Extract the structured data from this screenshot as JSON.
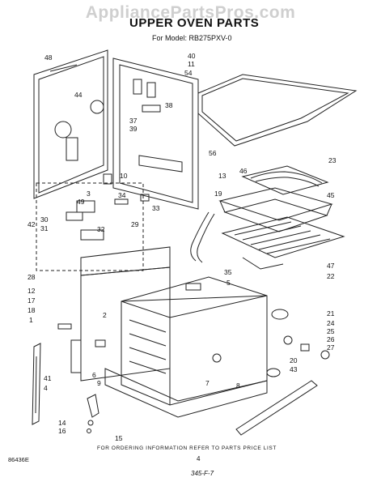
{
  "watermark": "AppliancePartsPros.com",
  "title": "UPPER OVEN PARTS",
  "subtitle": "For Model: RB275PXV-0",
  "footer_note": "FOR ORDERING INFORMATION REFER TO PARTS PRICE LIST",
  "page_number": "4",
  "doc_code": "86436E",
  "handwritten_code": "345-F-7",
  "callouts": [
    "48",
    "44",
    "40",
    "11",
    "54",
    "38",
    "37",
    "39",
    "56",
    "13",
    "10",
    "34",
    "33",
    "3",
    "49",
    "30",
    "31",
    "42",
    "32",
    "29",
    "19",
    "23",
    "46",
    "45",
    "47",
    "22",
    "28",
    "35",
    "5",
    "12",
    "17",
    "18",
    "1",
    "2",
    "6",
    "9",
    "7",
    "8",
    "21",
    "24",
    "25",
    "26",
    "27",
    "20",
    "43",
    "41",
    "4",
    "14",
    "16",
    "15"
  ]
}
